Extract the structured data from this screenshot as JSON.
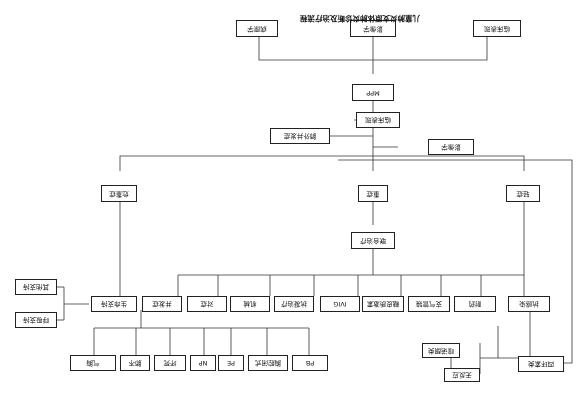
{
  "title": "儿童肺炎支原体肺炎诊断及治疗流程",
  "nodes": {
    "clinical_symptoms": "临床表现",
    "imaging": "影像学",
    "etiology": "病原学",
    "mpp": "MPP",
    "imaging_2": "影像学",
    "clinical_symptoms_2": "临床表现",
    "extrapulmonary": "肺外并发症",
    "mild": "轻症",
    "severe": "重症",
    "critical": "危重症",
    "combined_treatment": "联合治疗",
    "antibiotic": "抗感染",
    "macrolide_resistant": "耐药",
    "no_response": "无反应",
    "tetracycline": "四环素类",
    "quinolone": "喹诺酮类",
    "glucocorticoid": "糖皮质激素",
    "bronchoscopy": "支气管镜",
    "ivig": "IVIG",
    "anticoagulant": "抗凝治疗",
    "mechanical": "机械",
    "fluid": "对症",
    "complications": "并发症",
    "life_support": "生命支持",
    "respiratory_support": "呼吸支持",
    "other_support": "其他支持",
    "pb": "PB",
    "pleural": "胸腔闭式",
    "pe": "PE",
    "np": "NP",
    "necrosis": "坏死",
    "atelectasis": "肺不",
    "pneumothorax": "气胸"
  }
}
